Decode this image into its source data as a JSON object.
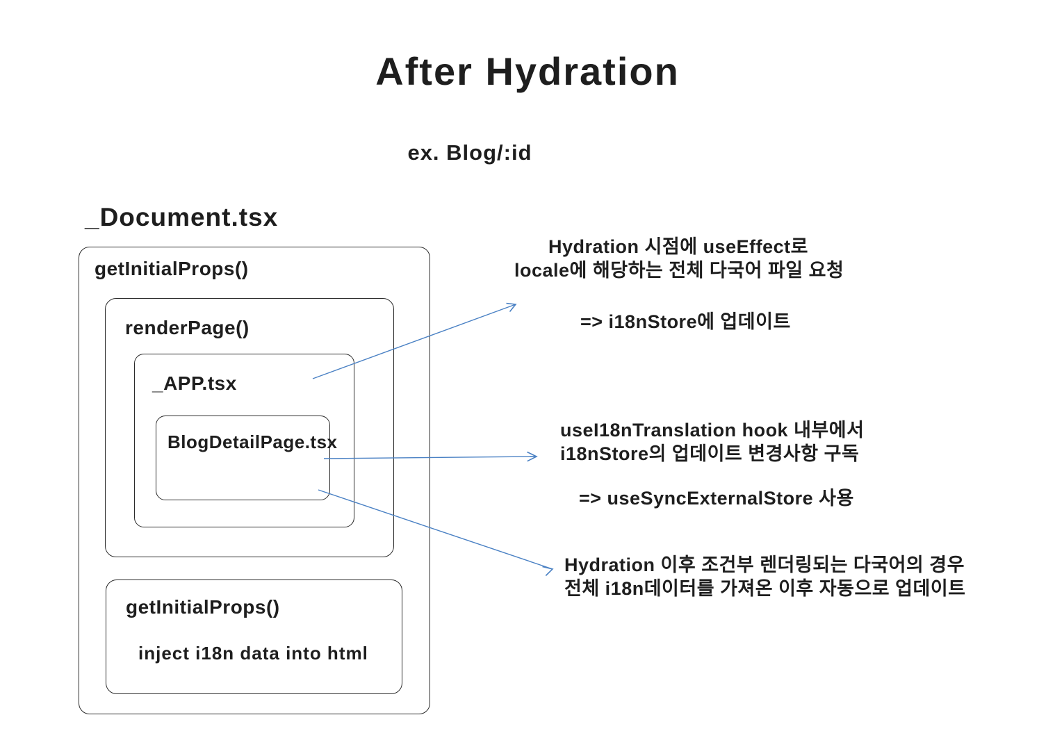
{
  "title": "After Hydration",
  "subtitle": "ex. Blog/:id",
  "diagram": {
    "document_heading": "_Document.tsx",
    "boxes": {
      "document": {
        "label": "getInitialProps()"
      },
      "render_page": {
        "label": "renderPage()"
      },
      "app": {
        "label": "_APP.tsx"
      },
      "blog_detail": {
        "label": "BlogDetailPage.tsx"
      },
      "get_initial_props": {
        "label": "getInitialProps()",
        "body": "inject i18n data into html"
      }
    }
  },
  "annotations": [
    {
      "lines": [
        "Hydration 시점에 useEffect로",
        "locale에 해당하는 전체 다국어 파일 요청"
      ],
      "result": "=> i18nStore에 업데이트"
    },
    {
      "lines": [
        "useI18nTranslation hook 내부에서",
        "i18nStore의 업데이트 변경사항 구독"
      ],
      "result": "=> useSyncExternalStore 사용"
    },
    {
      "lines": [
        "Hydration 이후 조건부 렌더링되는 다국어의 경우",
        "전체 i18n데이터를 가져온 이후 자동으로 업데이트"
      ]
    }
  ],
  "colors": {
    "stroke": "#1e1e1e",
    "arrow": "#4a81c4",
    "background": "#ffffff"
  }
}
